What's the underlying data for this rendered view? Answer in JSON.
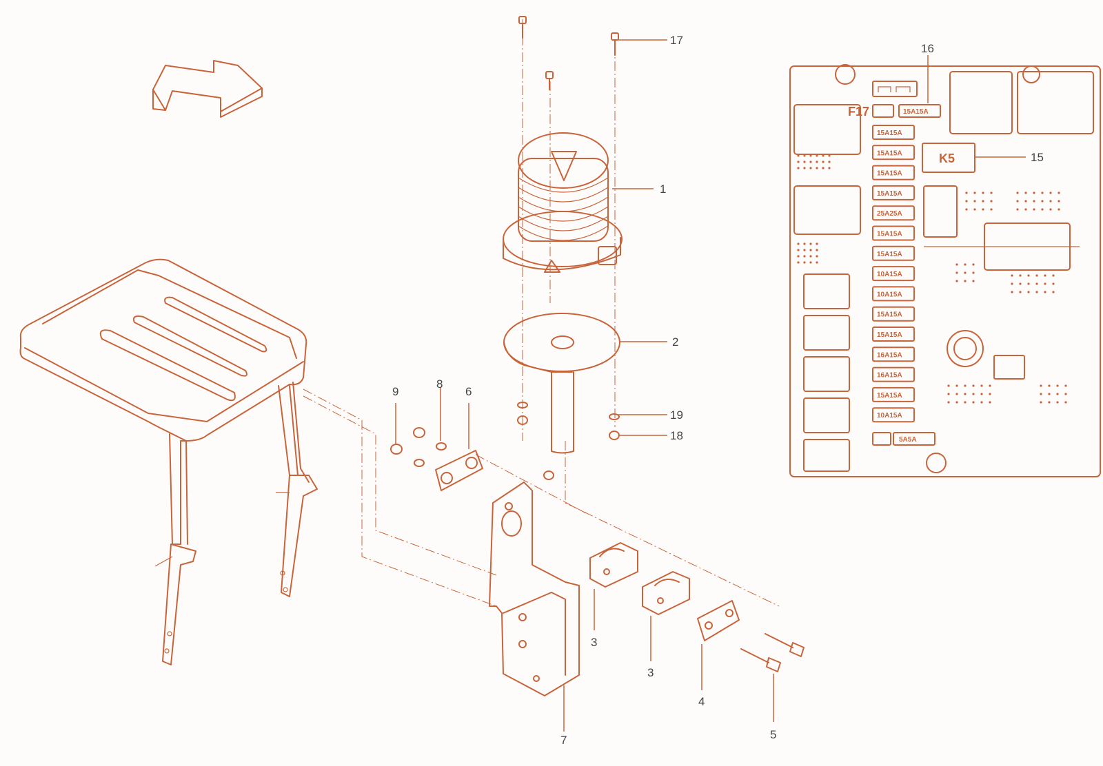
{
  "callouts": [
    {
      "label": "1"
    },
    {
      "label": "2"
    },
    {
      "label": "3"
    },
    {
      "label": "3"
    },
    {
      "label": "4"
    },
    {
      "label": "5"
    },
    {
      "label": "6"
    },
    {
      "label": "7"
    },
    {
      "label": "8"
    },
    {
      "label": "9"
    },
    {
      "label": "15"
    },
    {
      "label": "16"
    },
    {
      "label": "17"
    },
    {
      "label": "18"
    },
    {
      "label": "19"
    }
  ],
  "fuse_box": {
    "fuse_id": "F17",
    "relay_id": "K5",
    "f17_fuse": "15A15A",
    "fuses": [
      "15A15A",
      "15A15A",
      "15A15A",
      "15A15A",
      "25A25A",
      "15A15A",
      "15A15A",
      "10A15A",
      "10A15A",
      "15A15A",
      "15A15A",
      "16A15A",
      "16A15A",
      "15A15A",
      "10A15A"
    ],
    "bottom_fuse": "5A5A"
  },
  "colors": {
    "line": "#c8643a",
    "text": "#444444",
    "background": "#fdfcfb"
  }
}
